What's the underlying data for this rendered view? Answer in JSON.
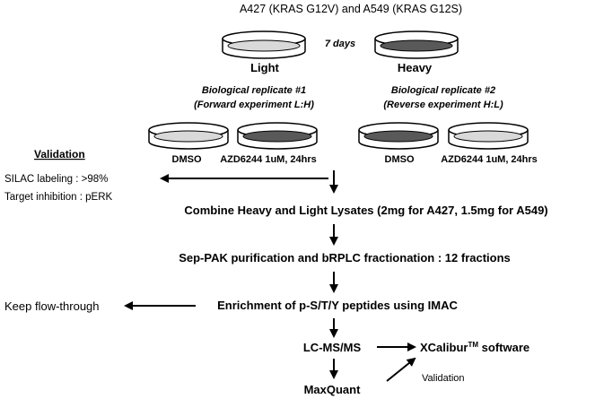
{
  "header": {
    "cell_lines": "A427 (KRAS G12V) and A549 (KRAS G12S)"
  },
  "labeling": {
    "duration": "7 days",
    "light": "Light",
    "heavy": "Heavy"
  },
  "replicate1": {
    "title": "Biological replicate #1",
    "subtitle": "(Forward experiment L:H)",
    "dish_left_label": "DMSO",
    "dish_right_label": "AZD6244 1uM, 24hrs"
  },
  "replicate2": {
    "title": "Biological replicate #2",
    "subtitle": "(Reverse experiment H:L)",
    "dish_left_label": "DMSO",
    "dish_right_label": "AZD6244 1uM, 24hrs"
  },
  "validation_box": {
    "heading": "Validation",
    "line1": "SILAC labeling : >98%",
    "line2": "Target inhibition : pERK"
  },
  "steps": {
    "combine": "Combine Heavy and Light Lysates (2mg for A427, 1.5mg for A549)",
    "seppak": "Sep-PAK purification and bRPLC fractionation : 12 fractions",
    "enrichment": "Enrichment of p-S/T/Y peptides using IMAC",
    "flow_through": "Keep flow-through",
    "lcms": "LC-MS/MS",
    "maxquant": "MaxQuant",
    "xcalibur": "XCalibur",
    "xcalibur_tm": "TM",
    "xcalibur_suffix": " software",
    "validation_label": "Validation"
  },
  "colors": {
    "light_fill": "#d9d9d9",
    "heavy_fill": "#595959",
    "outline": "#000000"
  }
}
